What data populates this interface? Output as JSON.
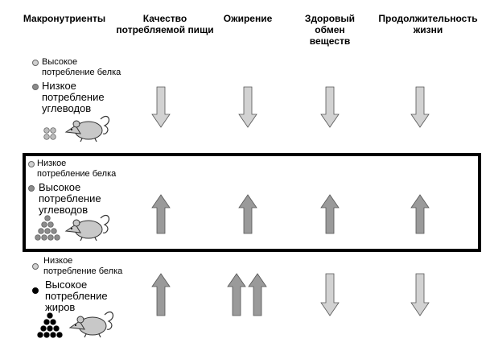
{
  "headers": {
    "macronutrients": "Макронутриенты",
    "food_intake": "Качество потребляемой пищи",
    "obesity": "Ожирение",
    "metabolism": "Здоровый обмен веществ",
    "lifespan": "Продолжительность жизни"
  },
  "rows": [
    {
      "protein_label": "Высокое",
      "protein_sub": "потребление белка",
      "second_label": "Низкое",
      "second_sub1": "потребление",
      "second_sub2": "углеводов",
      "arrows": [
        "down",
        "down",
        "down",
        "down"
      ],
      "highlighted": false
    },
    {
      "protein_label": "Низкое",
      "protein_sub": "потребление белка",
      "second_label": "Высокое",
      "second_sub1": "потребление",
      "second_sub2": "углеводов",
      "arrows": [
        "up",
        "up",
        "up",
        "up"
      ],
      "highlighted": true
    },
    {
      "protein_label": "Низкое",
      "protein_sub": "потребление белка",
      "second_label": "Высокое",
      "second_sub1": "потребление",
      "second_sub2": "жиров",
      "arrows": [
        "up",
        "double-up",
        "down",
        "down"
      ],
      "highlighted": false
    }
  ],
  "colors": {
    "down_arrow": "#d2d2d2",
    "up_arrow": "#9a9a9a",
    "protein_dot": "#d0d0d0",
    "carb_dot": "#8c8c8c",
    "fat_dot": "#000000"
  }
}
